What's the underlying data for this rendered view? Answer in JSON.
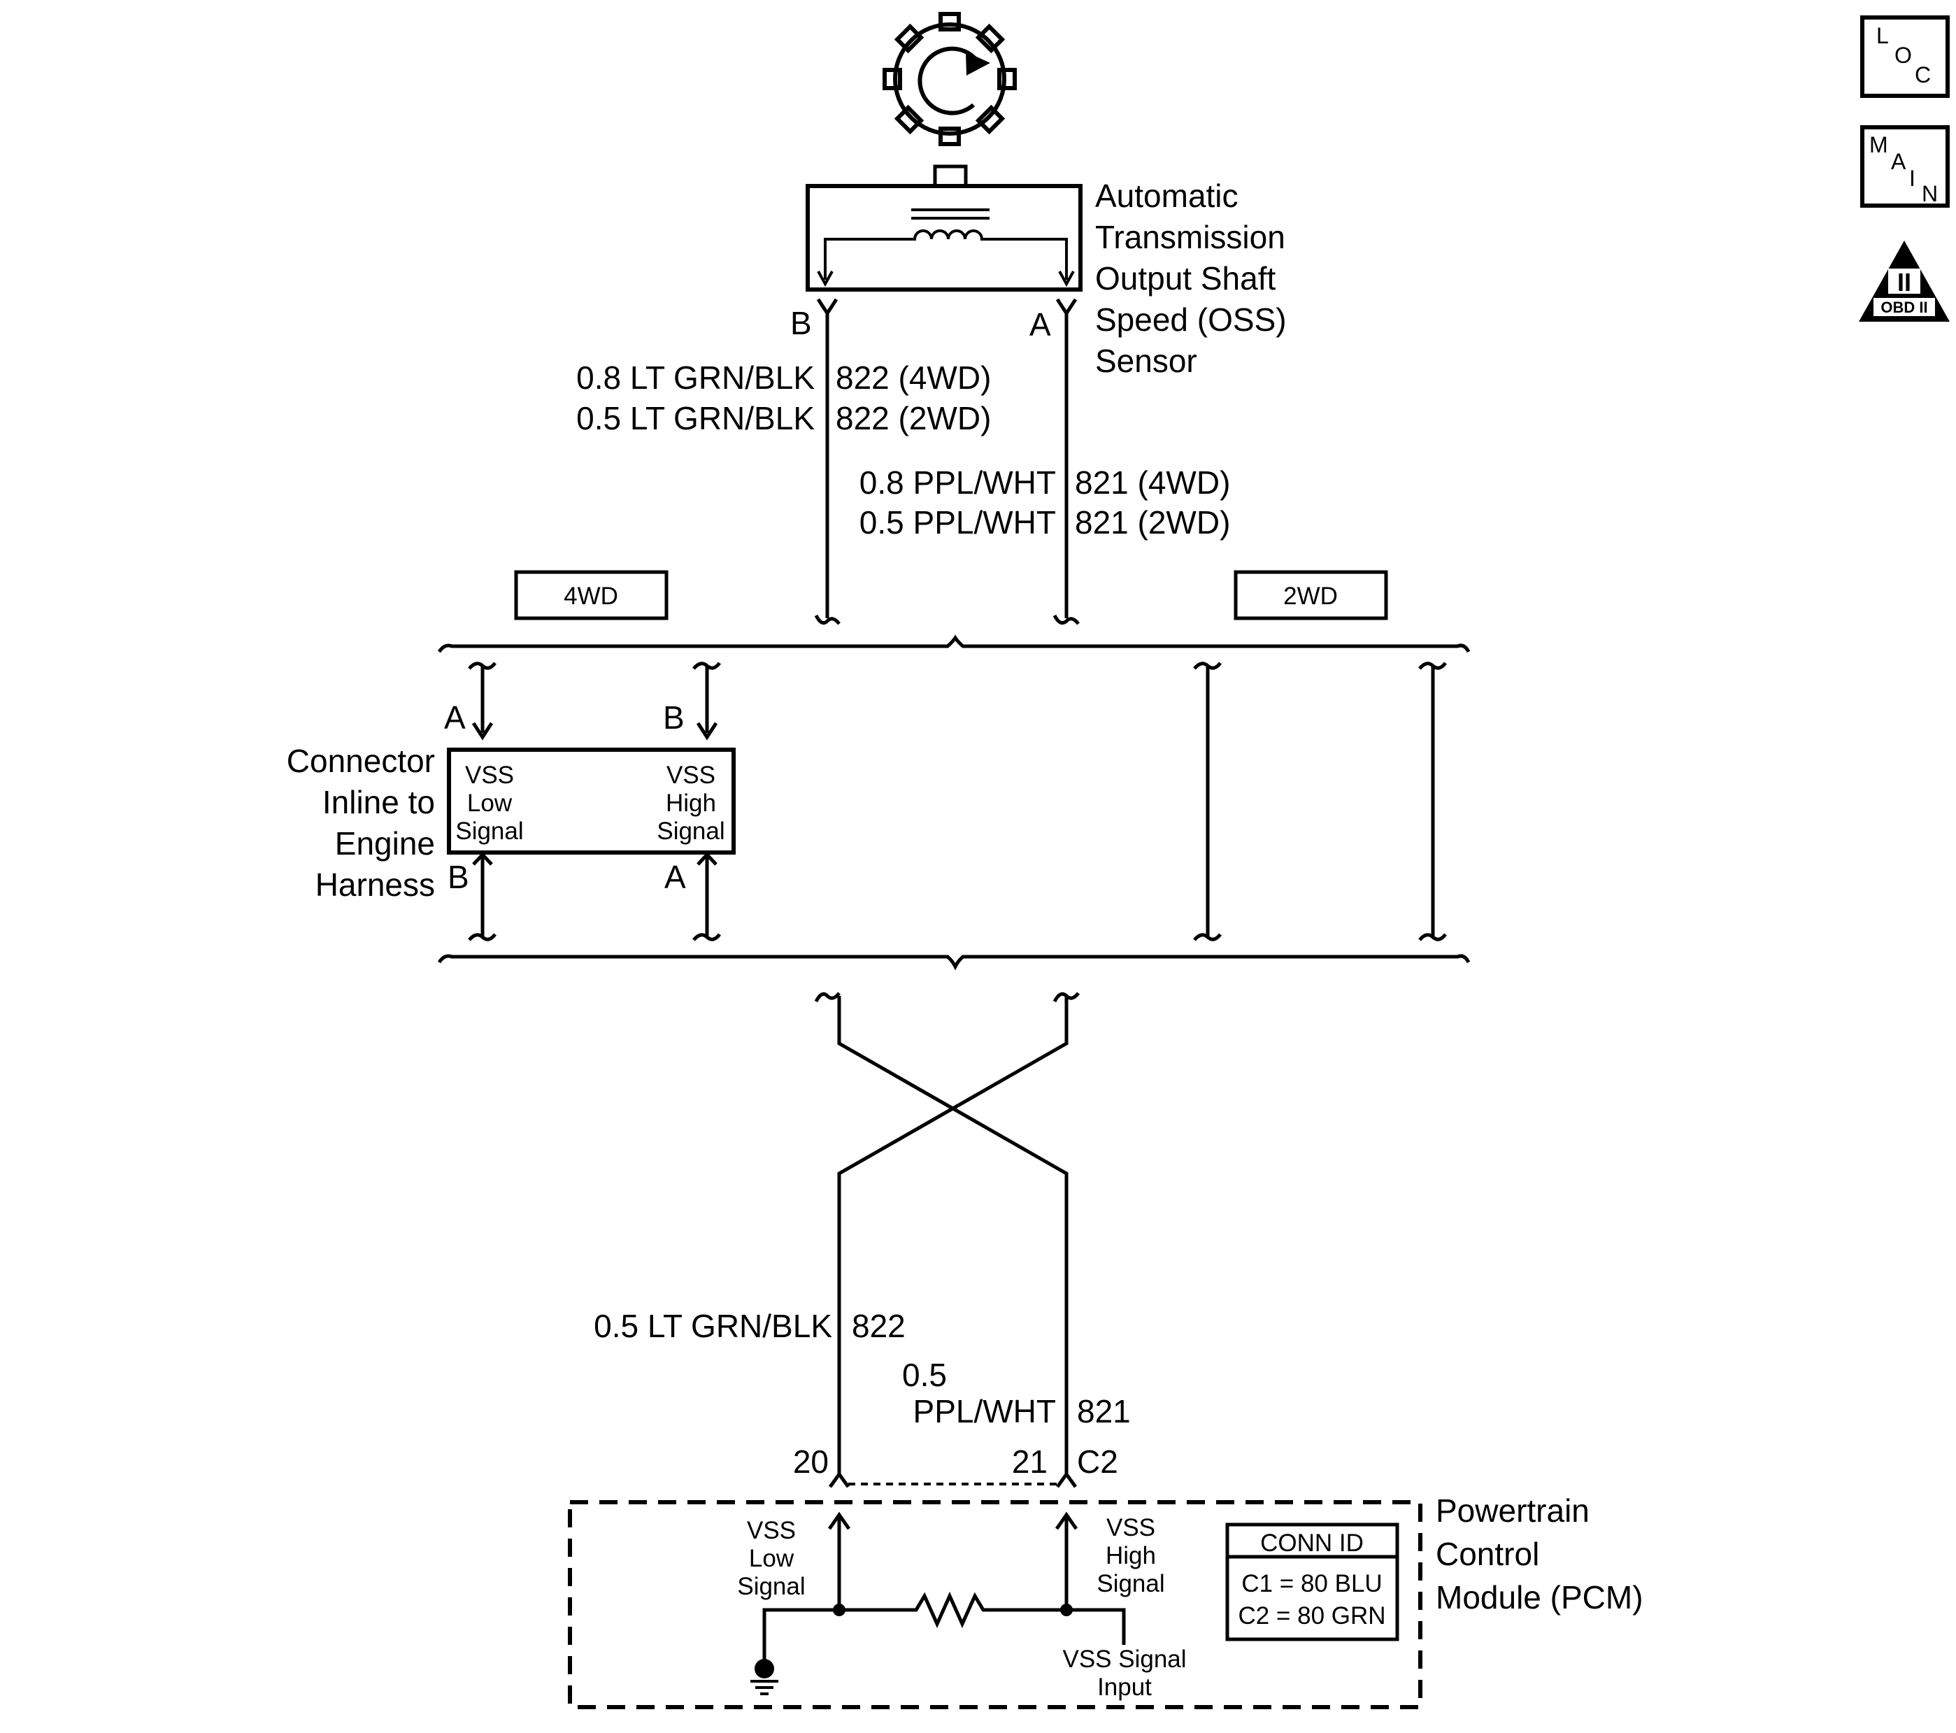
{
  "sensor": {
    "name_lines": [
      "Automatic",
      "Transmission",
      "Output Shaft",
      "Speed (OSS)",
      "Sensor"
    ],
    "pin_b": "B",
    "pin_a": "A"
  },
  "wires_top": {
    "b_4wd": "0.8 LT GRN/BLK",
    "b_4wd_ckt": "822 (4WD)",
    "b_2wd": "0.5 LT GRN/BLK",
    "b_2wd_ckt": "822 (2WD)",
    "a_4wd": "0.8 PPL/WHT",
    "a_4wd_ckt": "821 (4WD)",
    "a_2wd": "0.5 PPL/WHT",
    "a_2wd_ckt": "821 (2WD)"
  },
  "option_boxes": {
    "four_wd": "4WD",
    "two_wd": "2WD"
  },
  "connector": {
    "name_lines": [
      "Connector",
      "Inline to",
      "Engine",
      "Harness"
    ],
    "pin_top_left": "A",
    "pin_top_right": "B",
    "pin_bottom_left": "B",
    "pin_bottom_right": "A",
    "left_label": [
      "VSS",
      "Low",
      "Signal"
    ],
    "right_label": [
      "VSS",
      "High",
      "Signal"
    ]
  },
  "wires_bottom": {
    "low": "0.5 LT GRN/BLK",
    "low_ckt": "822",
    "high_1": "0.5",
    "high_2": "PPL/WHT",
    "high_ckt": "821",
    "pin_low": "20",
    "pin_high": "21",
    "conn": "C2"
  },
  "pcm": {
    "name_lines": [
      "Powertrain",
      "Control",
      "Module (PCM)"
    ],
    "low_label": [
      "VSS",
      "Low",
      "Signal"
    ],
    "high_label": [
      "VSS",
      "High",
      "Signal"
    ],
    "input_label": [
      "VSS Signal",
      "Input"
    ],
    "conn_id_title": "CONN ID",
    "conn_c1": "C1 = 80 BLU",
    "conn_c2": "C2 = 80 GRN"
  },
  "side_icons": {
    "loc": [
      "L",
      "O",
      "C"
    ],
    "main": [
      "M",
      "A",
      "I",
      "N"
    ],
    "obd_numeral": "II",
    "obd_text": "OBD II"
  }
}
